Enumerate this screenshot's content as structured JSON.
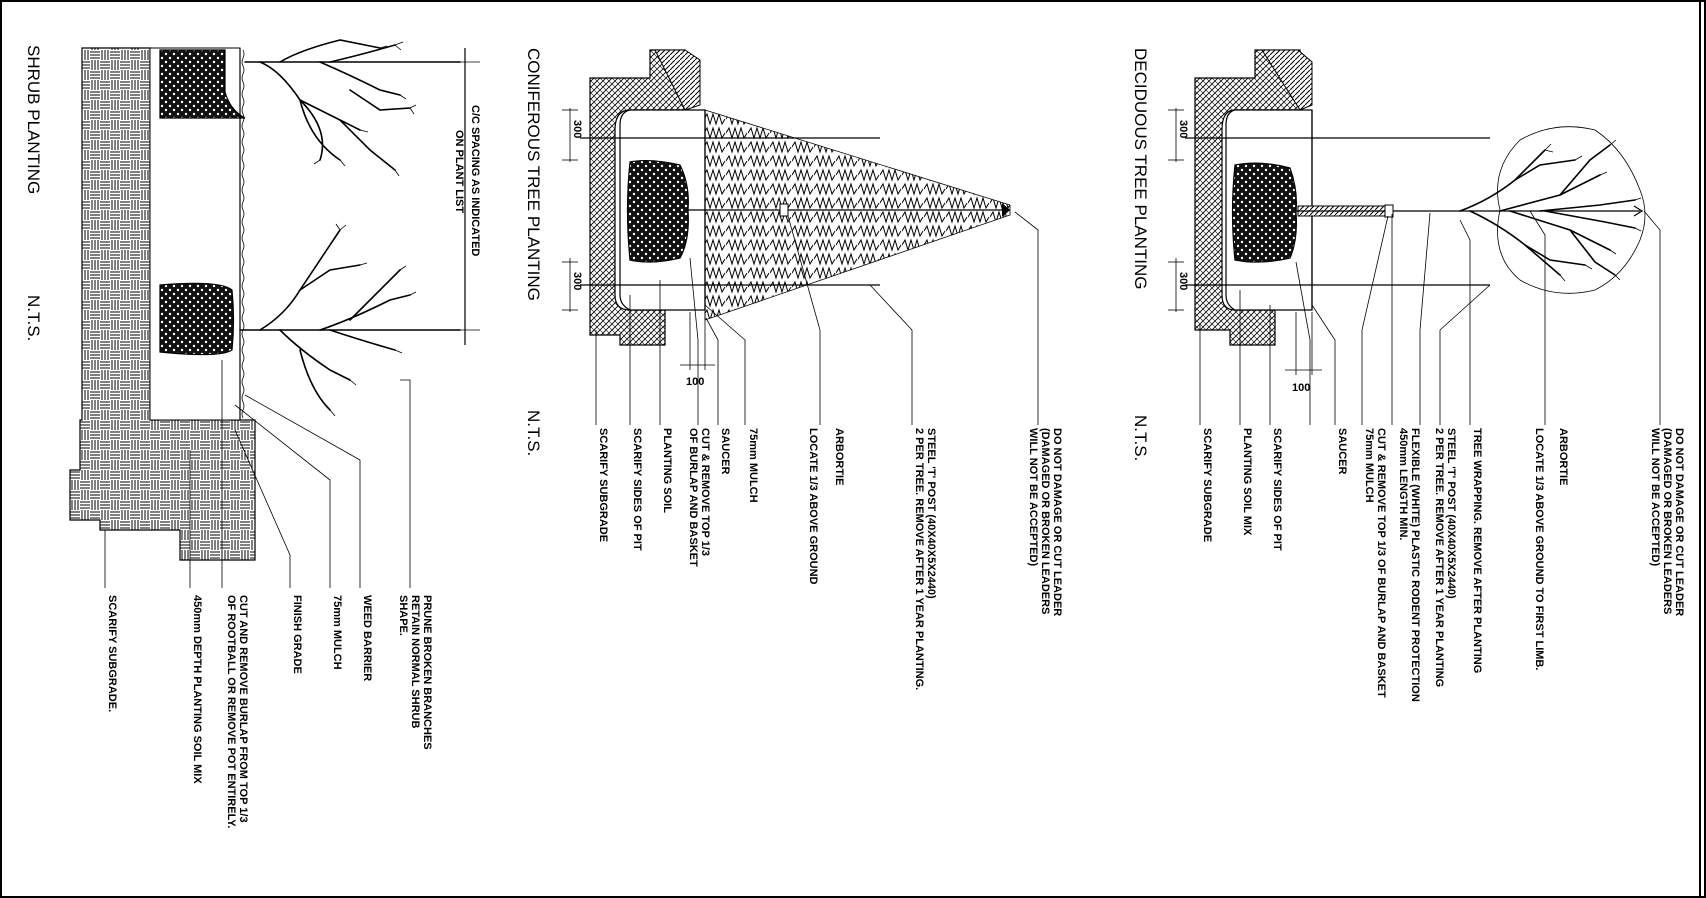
{
  "shrub": {
    "title": "SHRUB PLANTING",
    "scale": "N.T.S.",
    "spacing_note": [
      "C/C SPACING AS INDICATED",
      "ON PLANT LIST"
    ],
    "labels": [
      [
        "PRUNE BROKEN BRANCHES",
        "RETAIN NORMAL SHRUB",
        "SHAPE."
      ],
      [
        "WEED BARRIER"
      ],
      [
        "75mm MULCH"
      ],
      [
        "FINISH GRADE"
      ],
      [
        "CUT AND REMOVE BURLAP FROM TOP 1/3",
        "OF ROOTBALL OR REMOVE POT ENTIRELY."
      ],
      [
        "450mm DEPTH PLANTING SOIL MIX"
      ],
      [
        "SCARIFY SUBGRADE."
      ]
    ]
  },
  "coniferous": {
    "title": "CONIFEROUS TREE PLANTING",
    "scale": "N.T.S.",
    "dims": [
      "300",
      "300",
      "100"
    ],
    "labels": [
      [
        "DO NOT DAMAGE OR CUT LEADER",
        "(DAMAGED OR BROKEN LEADERS",
        "WILL NOT BE ACCEPTED)"
      ],
      [
        "STEEL 'T' POST (40X40X5X2440)",
        "2 PER TREE. REMOVE AFTER 1 YEAR PLANTING."
      ],
      [
        "ARBORTIE",
        "LOCATE 1/3 ABOVE GROUND"
      ],
      [
        "75mm MULCH"
      ],
      [
        "SAUCER"
      ],
      [
        "CUT & REMOVE TOP 1/3",
        "OF BURLAP AND BASKET"
      ],
      [
        "PLANTING SOIL"
      ],
      [
        "SCARIFY SIDES OF PIT"
      ],
      [
        "SCARIFY SUBGRADE"
      ]
    ]
  },
  "deciduous": {
    "title": "DECIDUOUS TREE PLANTING",
    "scale": "N.T.S.",
    "dims": [
      "300",
      "300",
      "100"
    ],
    "labels": [
      [
        "DO NOT DAMAGE OR CUT LEADER",
        "(DAMAGED OR BROKEN LEADERS",
        "WILL NOT BE ACCEPTED)"
      ],
      [
        "ARBORTIE",
        "LOCATE 1/3 ABOVE GROUND TO FIRST LIMB."
      ],
      [
        "TREE WRAPPING. REMOVE AFTER PLANTING"
      ],
      [
        "STEEL 'T' POST (40X40X5X2440)",
        "2 PER TREE. REMOVE AFTER 1 YEAR PLANTING"
      ],
      [
        "FLEXIBLE (WHITE) PLASTIC RODENT PROTECTION",
        "450mm LENGTH MIN."
      ],
      [
        "CUT & REMOVE TOP 1/3 OF BURLAP AND BASKET",
        "75mm MULCH"
      ],
      [
        "SAUCER"
      ],
      [
        "SCARIFY SIDES OF PIT"
      ],
      [
        "PLANTING SOIL MIX"
      ],
      [
        "SCARIFY SUBGRADE"
      ]
    ]
  }
}
